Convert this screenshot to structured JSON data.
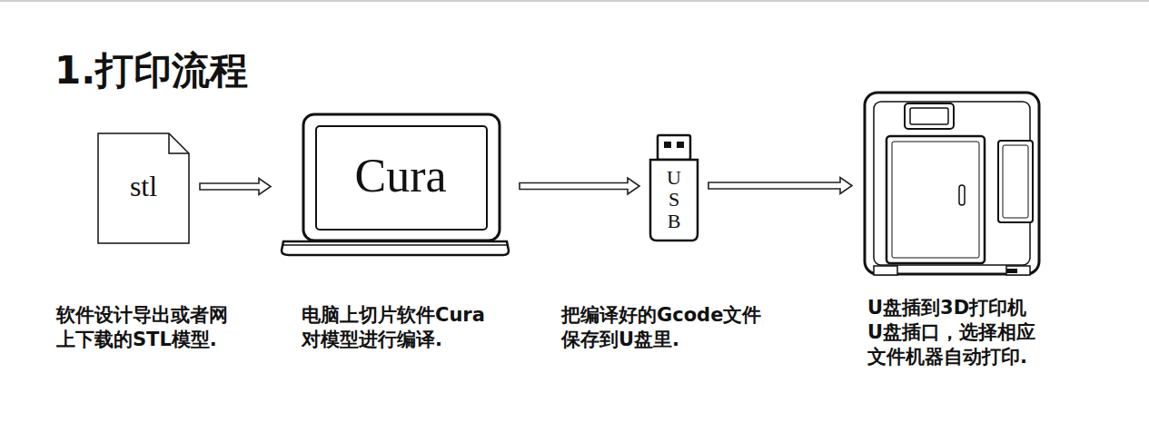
{
  "diagram": {
    "title": "1.打印流程",
    "nodes": [
      {
        "text": [
          "stl",
          "软件设计导出或者网 上下载的STL模型."
        ]
      },
      {
        "text": [
          "Cura",
          "电脑上切片软件Cura 对模型进行编译."
        ]
      },
      {
        "text": [
          "USB",
          "把编译好的Gcode文件 保存到U盘里."
        ]
      },
      {
        "text": [
          "U盘插到3D打印机 U盘插口，选择相应 文件机器自动打印."
        ]
      }
    ],
    "edges": [
      {
        "from": 0,
        "to": 1,
        "arrow": "to"
      },
      {
        "from": 1,
        "to": 2,
        "arrow": "to"
      },
      {
        "from": 2,
        "to": 3,
        "arrow": "to"
      }
    ]
  }
}
